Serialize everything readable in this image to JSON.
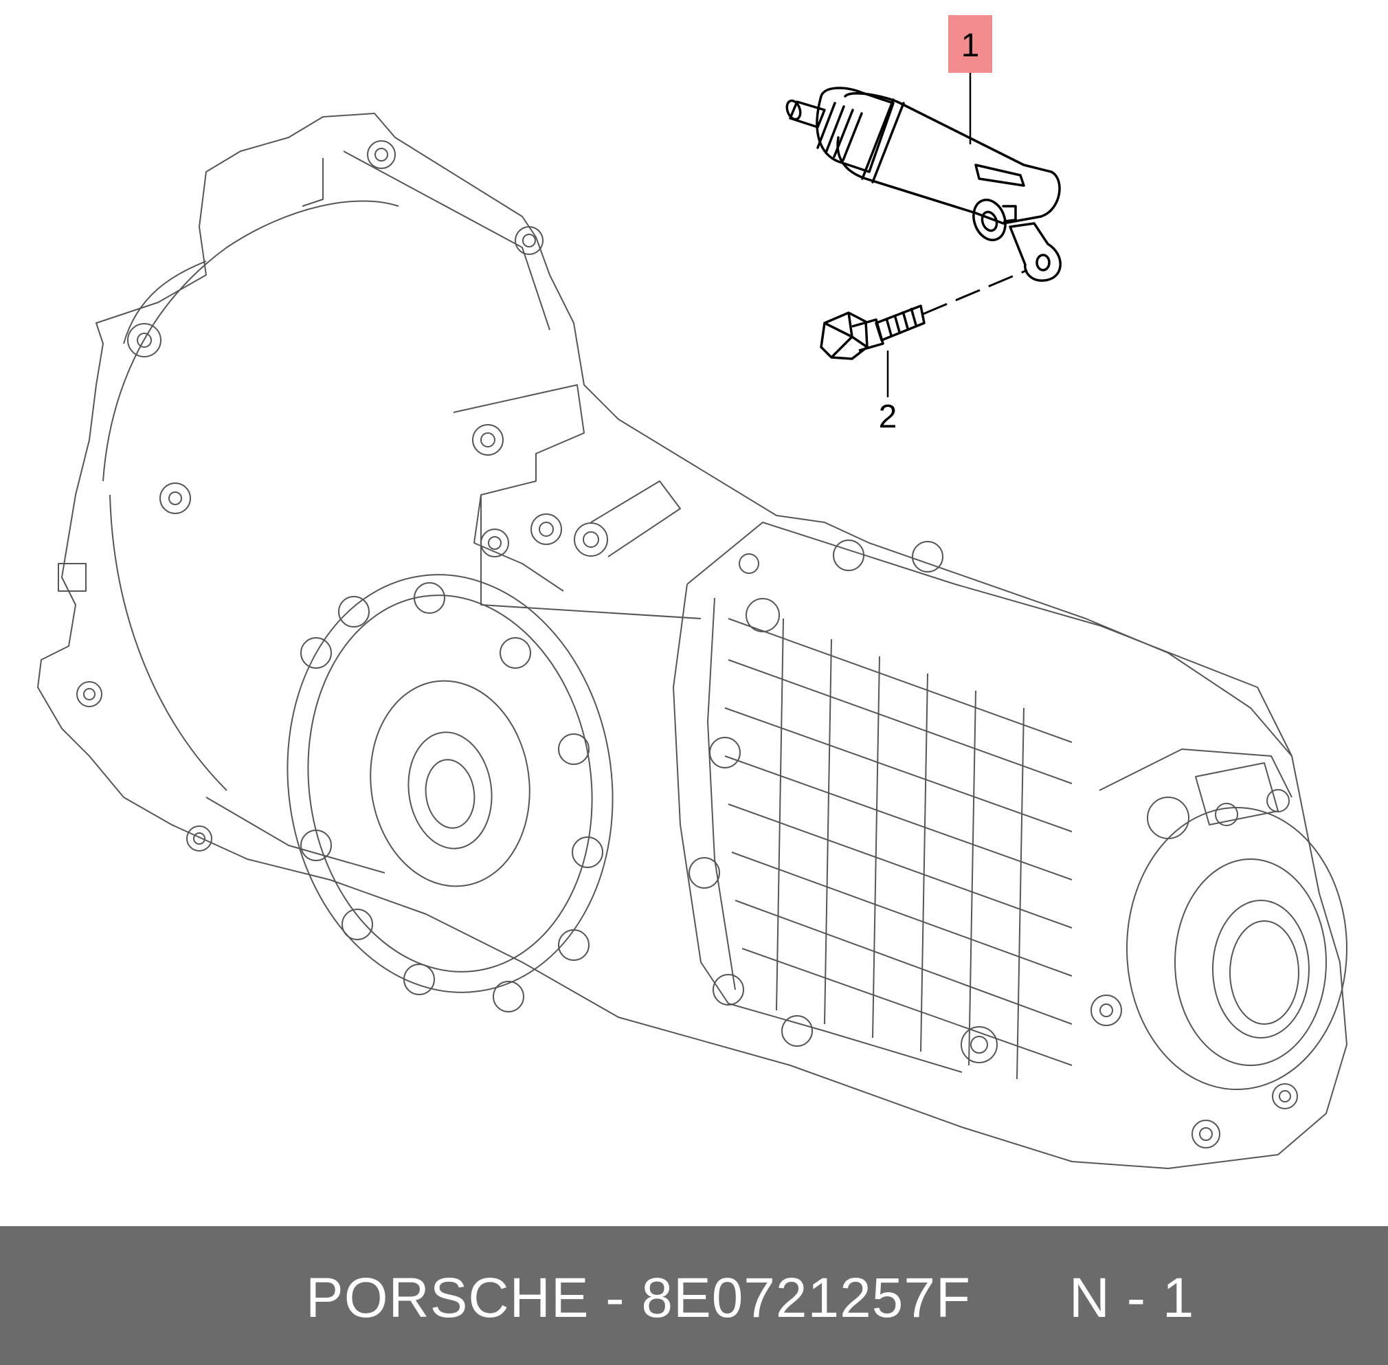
{
  "callouts": [
    {
      "number": "1",
      "highlight": "#f28b8b"
    },
    {
      "number": "2"
    }
  ],
  "footer": {
    "brand": "PORSCHE",
    "separator": " - ",
    "part_number": "8E0721257F",
    "position": "N - 1",
    "background": "#6b6b6b",
    "text_color": "#ffffff"
  }
}
